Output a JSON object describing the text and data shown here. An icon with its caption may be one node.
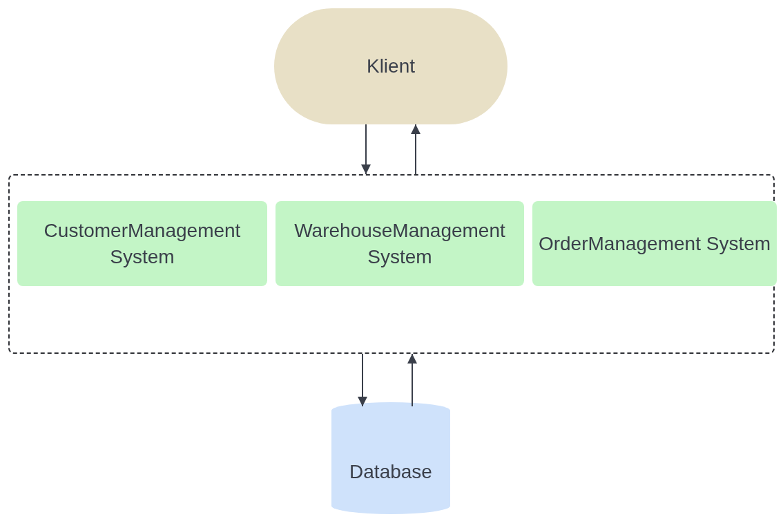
{
  "diagram": {
    "nodes": [
      {
        "text": [
          "Klient"
        ]
      },
      {
        "text": [],
        "shape": "box"
      },
      {
        "text": [
          "CustomerManagement System"
        ],
        "in": 1
      },
      {
        "text": [
          "WarehouseManagement System"
        ],
        "in": 1
      },
      {
        "text": [
          "OrderManagement System"
        ],
        "in": 1
      },
      {
        "text": [
          "Database"
        ]
      }
    ],
    "edges": [
      {
        "from": 0,
        "to": 1,
        "arrow": "to"
      },
      {
        "from": 1,
        "to": 0,
        "arrow": "to"
      },
      {
        "from": 1,
        "to": 5,
        "arrow": "to"
      },
      {
        "from": 5,
        "to": 1,
        "arrow": "to"
      }
    ]
  }
}
